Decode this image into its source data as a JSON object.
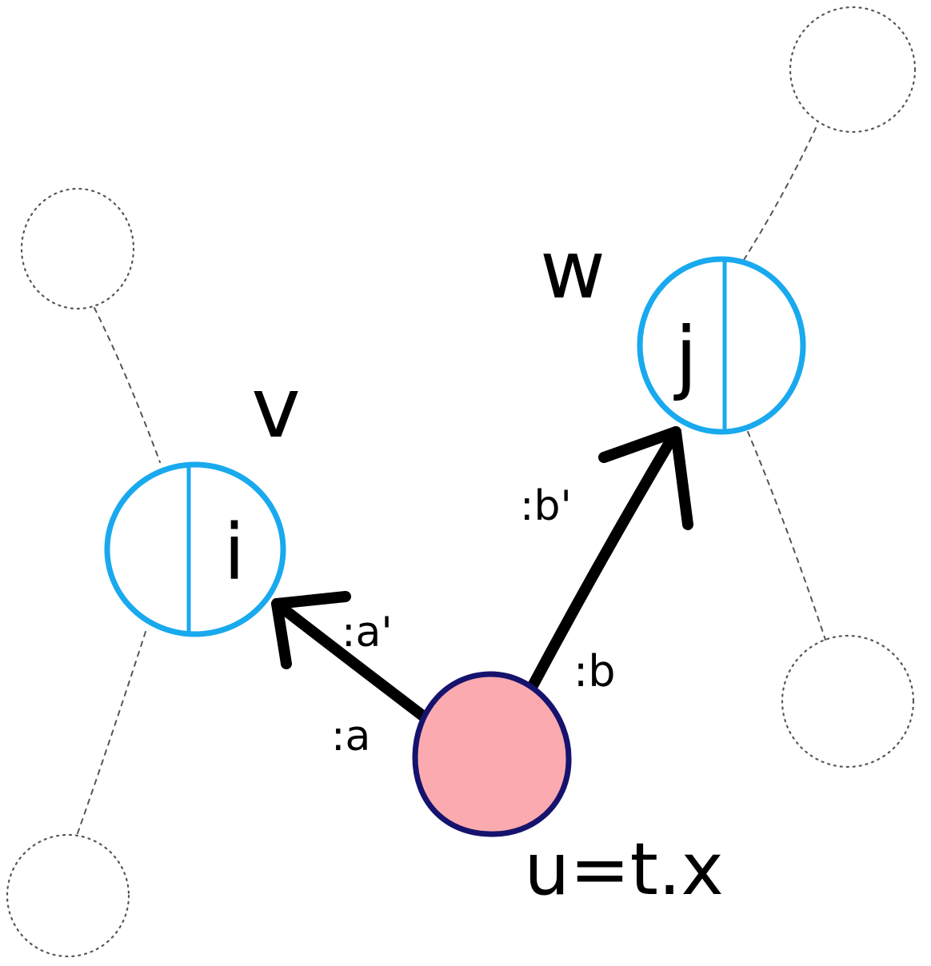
{
  "nodes": {
    "v": {
      "name": "v",
      "index": "i"
    },
    "w": {
      "name": "w",
      "index": "j"
    },
    "u": {
      "expression": "u=t.x"
    }
  },
  "edges": {
    "u_to_v": {
      "source_port": ":a",
      "target_port": ":a'"
    },
    "u_to_w": {
      "source_port": ":b",
      "target_port": ":b'"
    }
  },
  "colors": {
    "blue_node": "#19a9ee",
    "pink_node_fill": "#fbaaaf",
    "pink_node_stroke": "#16136e",
    "ghost": "#555555",
    "edge": "#000000"
  }
}
